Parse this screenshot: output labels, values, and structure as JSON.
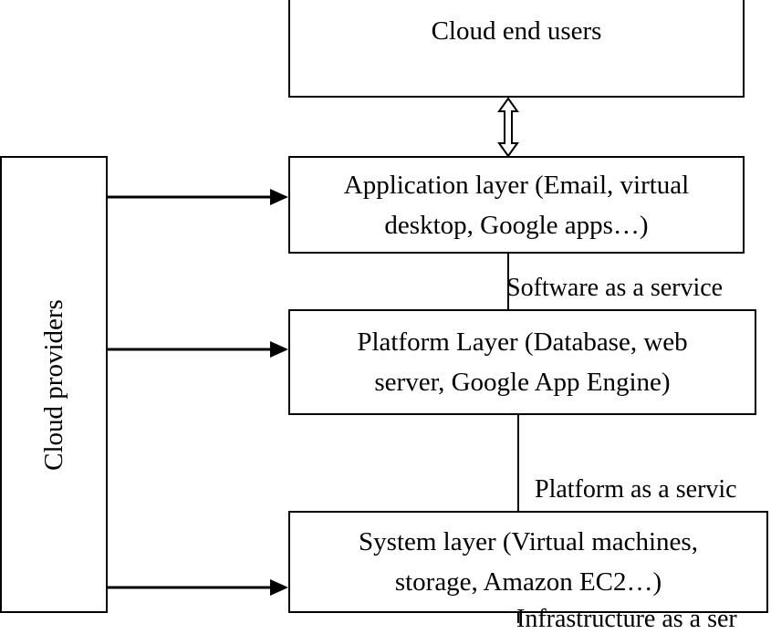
{
  "diagram": {
    "end_users": "Cloud end users",
    "application_layer": {
      "line1": "Application layer (Email, virtual",
      "line2": "desktop, Google apps…)"
    },
    "platform_layer": {
      "line1": "Platform Layer (Database, web",
      "line2": "server, Google App Engine)"
    },
    "system_layer": {
      "line1": "System layer (Virtual machines,",
      "line2": "storage, Amazon EC2…)"
    },
    "cloud_providers": "Cloud providers",
    "labels": {
      "saas": "Software as a service",
      "paas": "Platform as a servic",
      "iaas": "Infrastructure as a ser"
    }
  }
}
